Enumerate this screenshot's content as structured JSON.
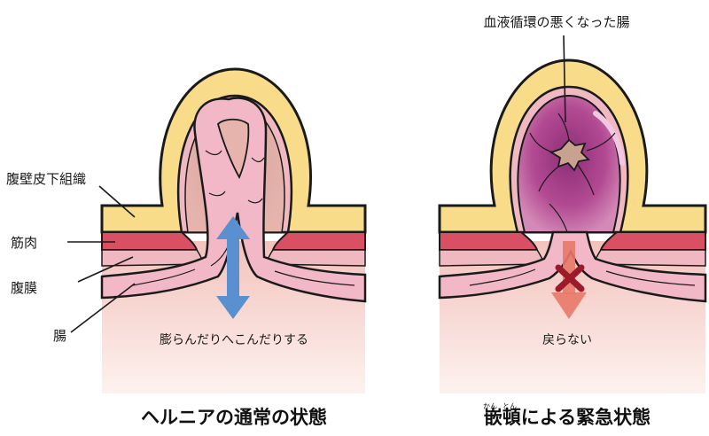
{
  "left_panel": {
    "labels": {
      "subcutaneous": "腹壁皮下組織",
      "muscle": "筋肉",
      "peritoneum": "腹膜",
      "intestine": "腸"
    },
    "arrow_caption": "膨らんだりへこんだりする",
    "title": "ヘルニアの通常の状態"
  },
  "right_panel": {
    "top_label": "血液循環の悪くなった腸",
    "arrow_caption": "戻らない",
    "title": "嵌頓による緊急状態",
    "ruby": {
      "kan": "かん",
      "ton": "とん"
    }
  },
  "colors": {
    "skin_fat": "#f8dc8a",
    "muscle": "#d94f63",
    "peritoneum": "#f0b9c1",
    "tissue_bg": "#f7d3cd",
    "intestine": "#f3b8c7",
    "strangulated": "#b24a92",
    "blue_arrow": "#5a8fd0",
    "red_arrow": "#e87969",
    "x_mark": "#9b1b2a"
  }
}
